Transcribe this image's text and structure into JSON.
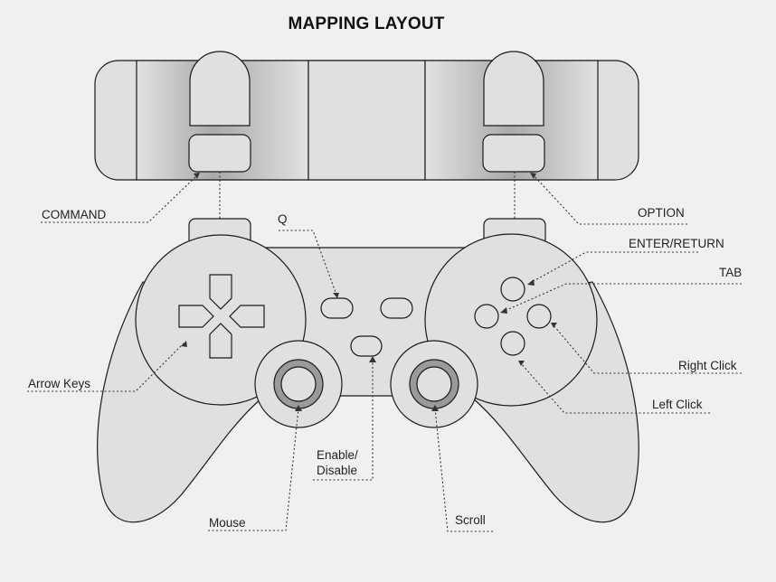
{
  "title": "MAPPING LAYOUT",
  "labels": {
    "command": "COMMAND",
    "option": "OPTION",
    "q": "Q",
    "enter_return": "ENTER/RETURN",
    "tab": "TAB",
    "arrow_keys": "Arrow Keys",
    "right_click": "Right Click",
    "left_click": "Left Click",
    "enable_disable_line1": "Enable/",
    "enable_disable_line2": "Disable",
    "mouse": "Mouse",
    "scroll": "Scroll"
  },
  "colors": {
    "background": "#f0f0f0",
    "body_fill": "#e0e0e0",
    "outline": "#1a1a1a",
    "stick_ring": "#9a9a9a",
    "leader_line": "#333333"
  }
}
